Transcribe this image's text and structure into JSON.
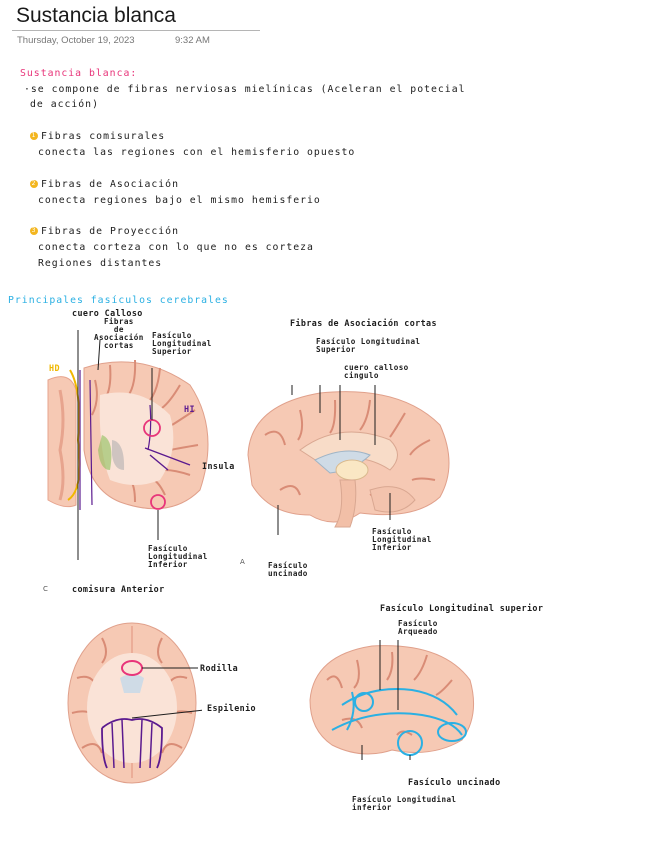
{
  "page": {
    "title": "Sustancia blanca",
    "date": "Thursday, October 19, 2023",
    "time": "9:32 AM"
  },
  "notes": {
    "heading": "Sustancia blanca:",
    "intro_line1": "·se compone de fibras nerviosas mielínicas (Aceleran el potecial",
    "intro_line2": "de acción)",
    "items": [
      {
        "num": "1",
        "title": "Fibras comisurales",
        "desc": "conecta las regiones con el hemisferio opuesto"
      },
      {
        "num": "2",
        "title": "Fibras de Asociación",
        "desc": "conecta regiones bajo el mismo hemisferio"
      },
      {
        "num": "3",
        "title": "Fibras de Proyección",
        "desc": "conecta corteza con lo que no es corteza",
        "desc2": "Regiones distantes"
      }
    ]
  },
  "section": {
    "heading": "Principales fasículos cerebrales"
  },
  "figure1": {
    "labels": {
      "cuerpo_calloso": "cuero Calloso",
      "fibras_asoc_cortas": "Fibras\nde\nAsociación\ncortas",
      "fasciculo_sup": "Fasículo\nLongitudinal\nSuperior",
      "insula": "Insula",
      "fasciculo_inf": "Fasículo\nLongitudinal\nInferior",
      "comisura": "comisura Anterior",
      "hd": "HD",
      "hi": "HI",
      "c": "C"
    }
  },
  "figure2": {
    "labels": {
      "fibras_asoc_cortas": "Fibras de Asociación cortas",
      "fasciculo_sup": "Fasículo Longitudinal\nSuperior",
      "cuerpo_calloso_cingulo": "cuero calloso\ncingulo",
      "fasciculo_uncinado": "Fasículo\nuncinado",
      "fasciculo_inf": "Fasículo\nLongitudinal\nInferior",
      "a": "A"
    }
  },
  "figure3": {
    "labels": {
      "rodilla": "Rodilla",
      "espilenio": "Espilenio"
    }
  },
  "figure4": {
    "labels": {
      "fasciculo_sup": "Fasículo Longitudinal superior",
      "arqueado": "Fasículo\nArqueado",
      "uncinado": "Fasículo uncinado",
      "inferior": "Fasículo Longitudinal\ninferior"
    }
  },
  "colors": {
    "pink": "#e8357a",
    "cyan": "#2bb0e3",
    "bullet": "#f3b61f",
    "brain": "#f6c9b4",
    "gyri": "#e7a48e",
    "purple": "#5b1a8f",
    "hemisphere_outline": "#f0b800"
  }
}
